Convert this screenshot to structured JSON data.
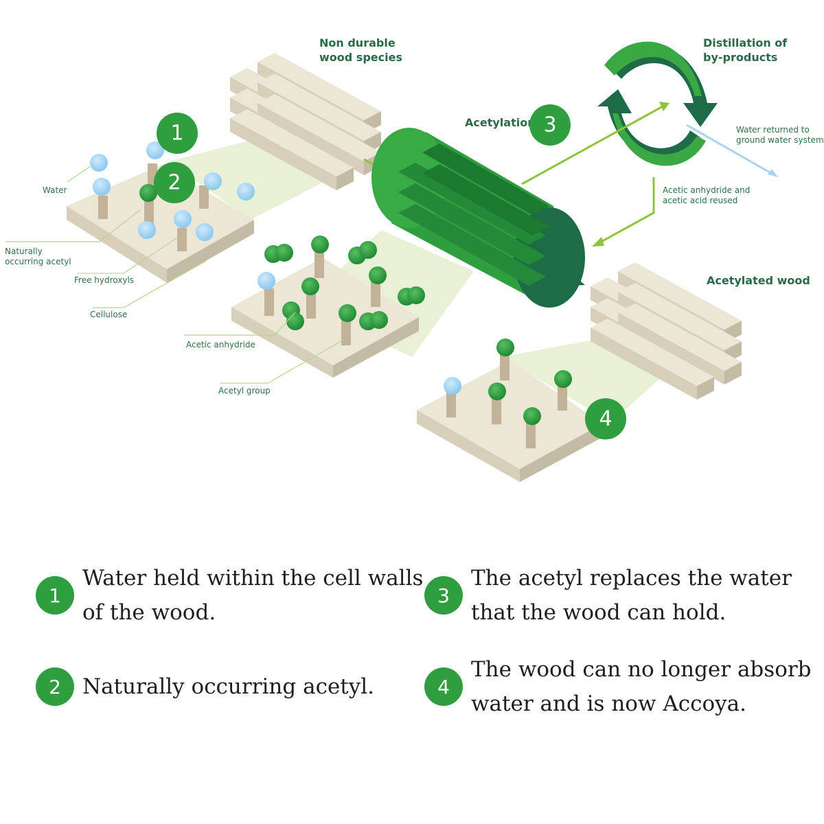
{
  "labels": {
    "non_durable_line1": "Non durable",
    "non_durable_line2": "wood species",
    "distillation_line1": "Distillation of",
    "distillation_line2": "by-products",
    "acetylation": "Acetylation",
    "water_returned_line1": "Water returned to",
    "water_returned_line2": "ground water system",
    "acetic_reused_line1": "Acetic anhydride and",
    "acetic_reused_line2": "acetic acid reused",
    "acetylated_wood": "Acetylated wood",
    "water": "Water",
    "naturally_line1": "Naturally",
    "naturally_line2": "occurring acetyl",
    "free_hydroxyls": "Free hydroxyls",
    "cellulose": "Cellulose",
    "acetic_anhydride": "Acetic anhydride",
    "acetyl_group": "Acetyl group"
  },
  "badges": [
    "1",
    "2",
    "3",
    "4"
  ],
  "legend": [
    {
      "num": "1",
      "line1": "Water held within the cell walls",
      "line2": "of the wood."
    },
    {
      "num": "2",
      "line1": "Naturally occurring acetyl.",
      "line2": ""
    },
    {
      "num": "3",
      "line1": "The acetyl replaces the water",
      "line2": "that the wood can hold."
    },
    {
      "num": "4",
      "line1": "The wood can no longer absorb",
      "line2": "water and is now Accoya."
    }
  ],
  "colors": {
    "green_badge": "#2f9e3e",
    "cylinder": "#2d9c3c",
    "wood": "#ddd6c4",
    "water_molecule": "#9fd2f2",
    "acetyl_molecule": "#2f9e3e"
  }
}
